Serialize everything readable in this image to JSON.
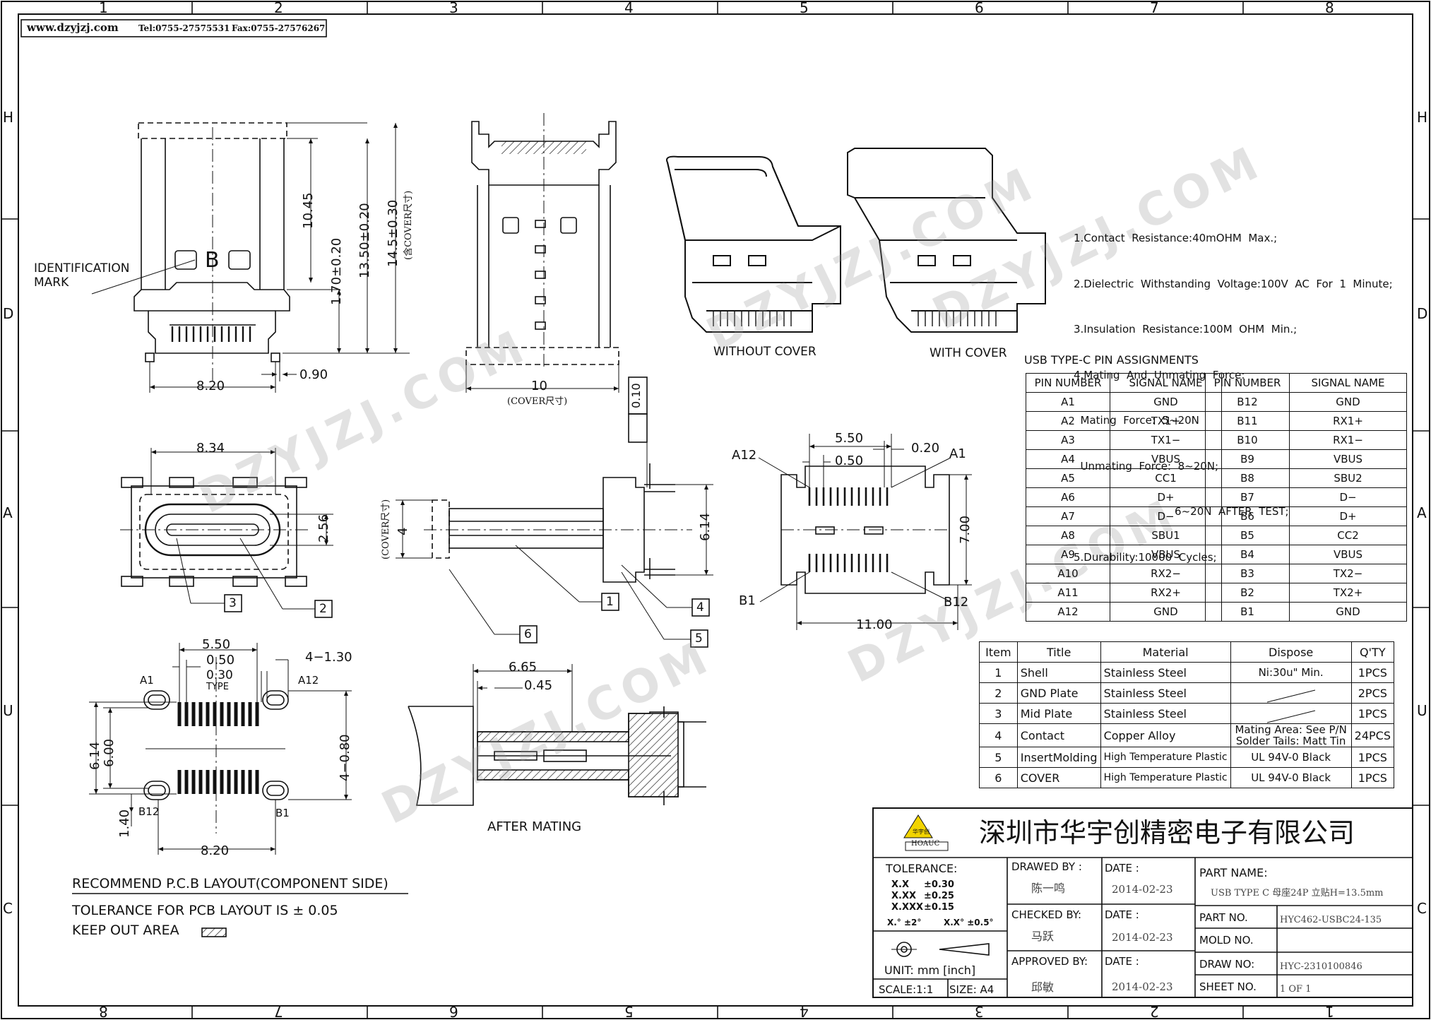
{
  "header": {
    "website": "www.dzyjzj.com",
    "tel": "Tel:0755-27575531",
    "fax": "Fax:0755-27576267"
  },
  "frame": {
    "columns_top": [
      "1",
      "2",
      "3",
      "4",
      "5",
      "6",
      "7",
      "8"
    ],
    "columns_bottom": [
      "8",
      "7",
      "6",
      "5",
      "4",
      "3",
      "2",
      "1"
    ],
    "rows": [
      "H",
      "D",
      "A",
      "U",
      "C"
    ]
  },
  "watermark": "DZYJZJ.COM",
  "top_view": {
    "identification_mark": [
      "IDENTIFICATION",
      "MARK"
    ],
    "mark_letter": "B",
    "dims": {
      "d1045": "10.45",
      "d170": "1.70±0.20",
      "d1350": "13.50±0.20",
      "d145": "14.5±0.30",
      "d145_note": "(含COVER尺寸)",
      "d820": "8.20",
      "d090": "0.90"
    }
  },
  "front_view": {
    "d10": "10",
    "d10_note": "(COVER尺寸)",
    "flatness": "0.10"
  },
  "iso_views": {
    "without_cover": "WITHOUT  COVER",
    "with_cover": "WITH  COVER"
  },
  "specs": [
    "1.Contact  Resistance:40mOHM  Max.;",
    "2.Dielectric  Withstanding  Voltage:100V  AC  For  1  Minute;",
    "3.Insulation  Resistance:100M  OHM  Min.;",
    "4.Mating  And  Unmating  Force:",
    "  Mating  Force:  5~20N",
    "  Unmating  Force:  8~20N;",
    "                              6~20N  AFTER  TEST;",
    "5.Durability:10000  Cycles;"
  ],
  "pin_assignments": {
    "title": "USB  TYPE-C  PIN  ASSIGNMENTS",
    "headers": [
      "PIN  NUMBER",
      "SIGNAL  NAME"
    ],
    "left": [
      [
        "A1",
        "GND"
      ],
      [
        "A2",
        "TX1+"
      ],
      [
        "A3",
        "TX1−"
      ],
      [
        "A4",
        "VBUS"
      ],
      [
        "A5",
        "CC1"
      ],
      [
        "A6",
        "D+"
      ],
      [
        "A7",
        "D−"
      ],
      [
        "A8",
        "SBU1"
      ],
      [
        "A9",
        "VBUS"
      ],
      [
        "A10",
        "RX2−"
      ],
      [
        "A11",
        "RX2+"
      ],
      [
        "A12",
        "GND"
      ]
    ],
    "right": [
      [
        "B12",
        "GND"
      ],
      [
        "B11",
        "RX1+"
      ],
      [
        "B10",
        "RX1−"
      ],
      [
        "B9",
        "VBUS"
      ],
      [
        "B8",
        "SBU2"
      ],
      [
        "B7",
        "D−"
      ],
      [
        "B6",
        "D+"
      ],
      [
        "B5",
        "CC2"
      ],
      [
        "B4",
        "VBUS"
      ],
      [
        "B3",
        "TX2−"
      ],
      [
        "B2",
        "TX2+"
      ],
      [
        "B1",
        "GND"
      ]
    ]
  },
  "bom": {
    "headers": [
      "Item",
      "Title",
      "Material",
      "Dispose",
      "Q'TY"
    ],
    "rows": [
      [
        "1",
        "Shell",
        "Stainless  Steel",
        "Ni:30u\"  Min.",
        "1PCS"
      ],
      [
        "2",
        "GND  Plate",
        "Stainless  Steel",
        "",
        "2PCS"
      ],
      [
        "3",
        "Mid  Plate",
        "Stainless  Steel",
        "",
        "1PCS"
      ],
      [
        "4",
        "Contact",
        "Copper  Alloy",
        "Mating  Area:  See  P/N\nSolder  Tails:  Matt  Tin",
        "24PCS"
      ],
      [
        "5",
        "InsertMolding",
        "High  Temperature  Plastic",
        "UL  94V-0  Black",
        "1PCS"
      ],
      [
        "6",
        "COVER",
        "High  Temperature  Plastic",
        "UL  94V-0  Black",
        "1PCS"
      ]
    ]
  },
  "bottom_view": {
    "d834": "8.34",
    "d256": "2.56",
    "callouts": [
      "3",
      "2"
    ]
  },
  "side_view": {
    "cover_note": "(COVER尺寸)",
    "d4": "4",
    "d614": "6.14",
    "callouts": [
      "1",
      "4",
      "5",
      "6"
    ]
  },
  "pin_view": {
    "d550": "5.50",
    "d050": "0.50",
    "d020": "0.20",
    "d700": "7.00",
    "d1100": "11.00",
    "labels": [
      "A12",
      "A1",
      "B1",
      "B12"
    ]
  },
  "pcb": {
    "d550": "5.50",
    "d050": "0.50",
    "d030": "0.30",
    "type": "TYPE",
    "d4130": "4−1.30",
    "d614": "6.14",
    "d600": "6.00",
    "d4080": "4−0.80",
    "d140": "1.40",
    "d820": "8.20",
    "labels": [
      "A1",
      "A12",
      "B12",
      "B1"
    ],
    "title": "RECOMMEND  P.C.B  LAYOUT(COMPONENT  SIDE)",
    "tolerance": "TOLERANCE  FOR  PCB  LAYOUT  IS  ±  0.05",
    "keepout": "KEEP  OUT  AREA"
  },
  "mating": {
    "d665": "6.65",
    "d045": "0.45",
    "label": "AFTER  MATING"
  },
  "title_block": {
    "company": "深圳市华宇创精密电子有限公司",
    "logo_text": "HOAUC",
    "logo_cn": "华宇创",
    "tolerance_label": "TOLERANCE:",
    "tol_rows": [
      [
        "X.X",
        "±0.30"
      ],
      [
        "X.XX",
        "±0.25"
      ],
      [
        "X.XXX",
        "±0.15"
      ]
    ],
    "angle1": "X.°  ±2°",
    "angle2": "X.X°  ±0.5°",
    "unit": "UNIT:  mm  [inch]",
    "scale": "SCALE:1:1",
    "size": "SIZE:  A4",
    "drawn_by_label": "DRAWED  BY  :",
    "drawn_by": "陈一鸣",
    "checked_by_label": "CHECKED  BY:",
    "checked_by": "马跃",
    "approved_by_label": "APPROVED  BY:",
    "approved_by": "邱敏",
    "date_label": "DATE  :",
    "date": "2014-02-23",
    "part_name_label": "PART  NAME:",
    "part_name": "USB  TYPE  C  母座24P  立贴H=13.5mm",
    "part_no_label": "PART  NO.",
    "part_no": "HYC462-USBC24-135",
    "mold_no_label": "MOLD  NO.",
    "mold_no": "",
    "draw_no_label": "DRAW  NO:",
    "draw_no": "HYC-2310100846",
    "sheet_no_label": "SHEET  NO.",
    "sheet_no": "1  OF  1"
  }
}
